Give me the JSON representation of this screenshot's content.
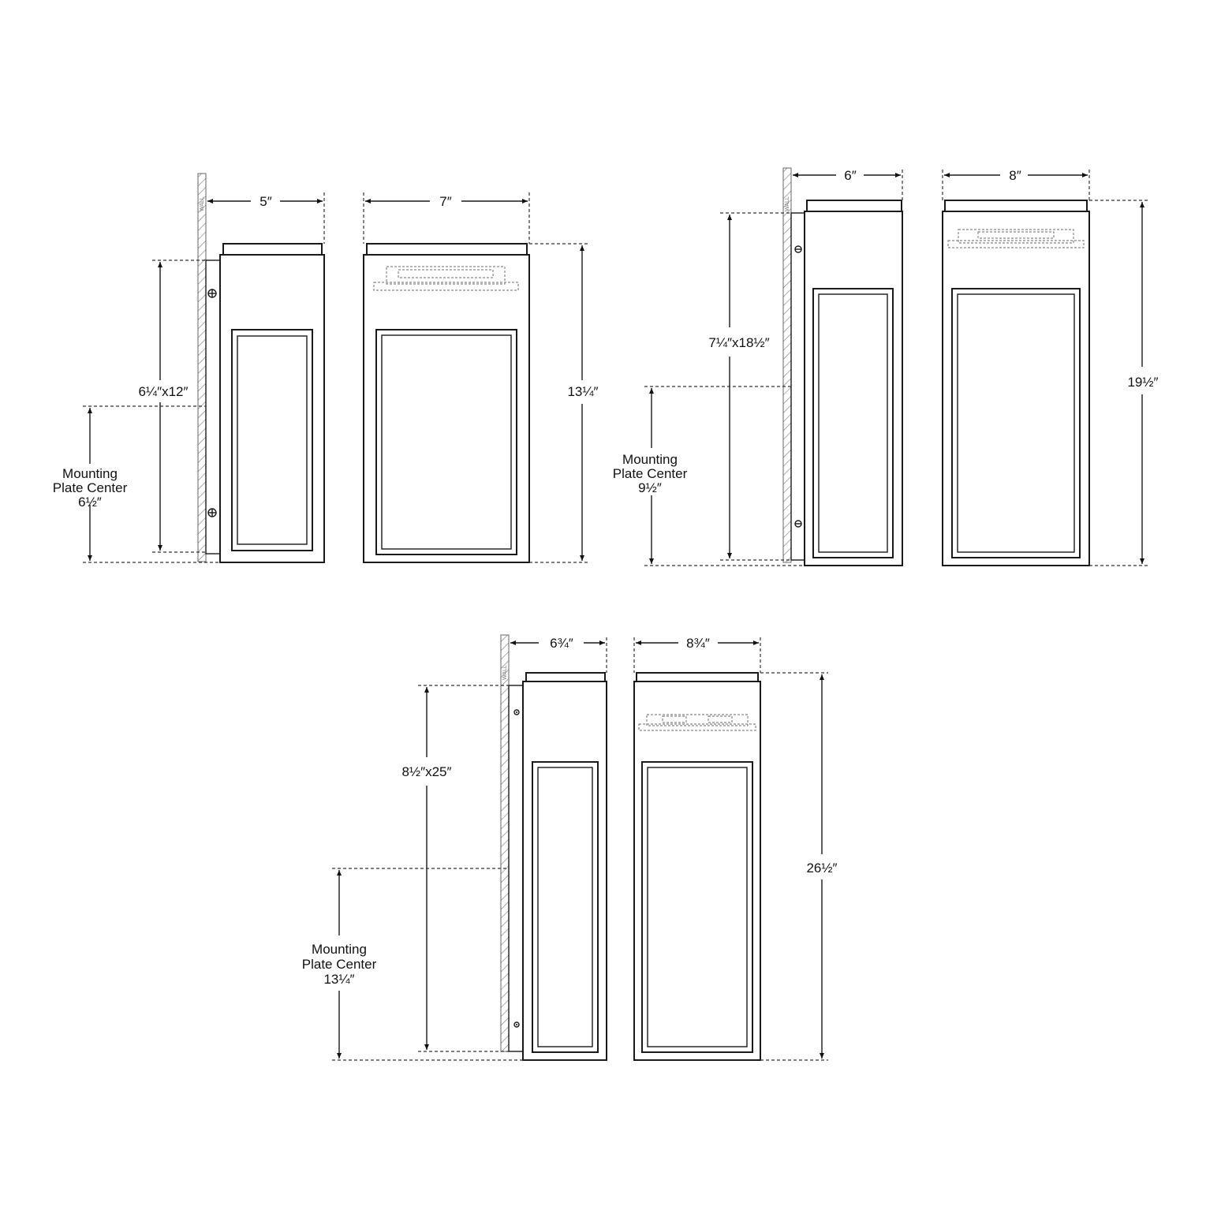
{
  "wall_label": "WALL",
  "small": {
    "depth": "5″",
    "width": "7″",
    "height": "13¼″",
    "plate": "6¼″x12″",
    "mount_line1": "Mounting",
    "mount_line2": "Plate Center",
    "mount_value": "6½″"
  },
  "medium": {
    "depth": "6″",
    "width": "8″",
    "height": "19½″",
    "plate": "7¼″x18½″",
    "mount_line1": "Mounting",
    "mount_line2": "Plate Center",
    "mount_value": "9½″"
  },
  "large": {
    "depth": "6¾″",
    "width": "8¾″",
    "height": "26½″",
    "plate": "8½″x25″",
    "mount_line1": "Mounting",
    "mount_line2": "Plate Center",
    "mount_value": "13¼″"
  }
}
